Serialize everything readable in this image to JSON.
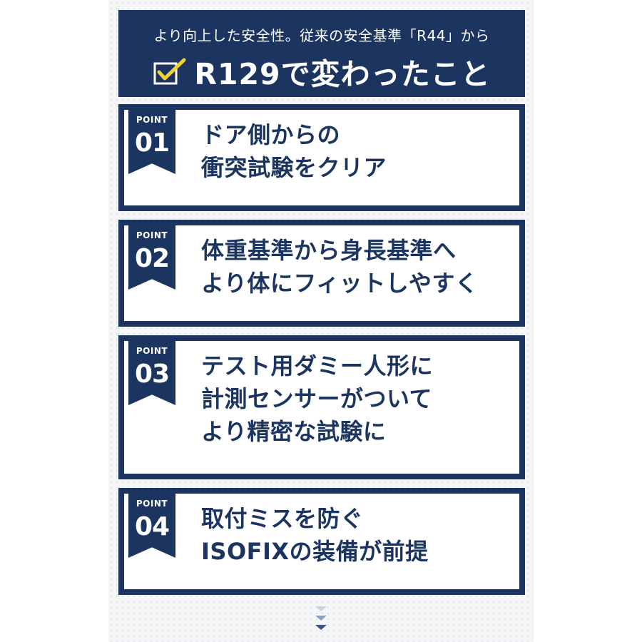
{
  "header": {
    "subtitle": "より向上した安全性。従来の安全基準「R44」から",
    "title": "R129で変わったこと",
    "icon": "checkbox-icon"
  },
  "points": [
    {
      "label": "POINT",
      "number": "01",
      "lines": [
        "ドア側からの",
        "衝突試験をクリア"
      ]
    },
    {
      "label": "POINT",
      "number": "02",
      "lines": [
        "体重基準から身長基準へ",
        "より体にフィットしやすく"
      ]
    },
    {
      "label": "POINT",
      "number": "03",
      "lines": [
        "テスト用ダミー人形に",
        "計測センサーがついて",
        "より精密な試験に"
      ]
    },
    {
      "label": "POINT",
      "number": "04",
      "lines": [
        "取付ミスを防ぐ",
        "ISOFIXの装備が前提"
      ]
    }
  ],
  "footer": {
    "icon": "triple-chevron-down-icon"
  },
  "colors": {
    "navy": "#1c3460",
    "accent": "#c8d2e0",
    "background": "#f5f6f8"
  }
}
